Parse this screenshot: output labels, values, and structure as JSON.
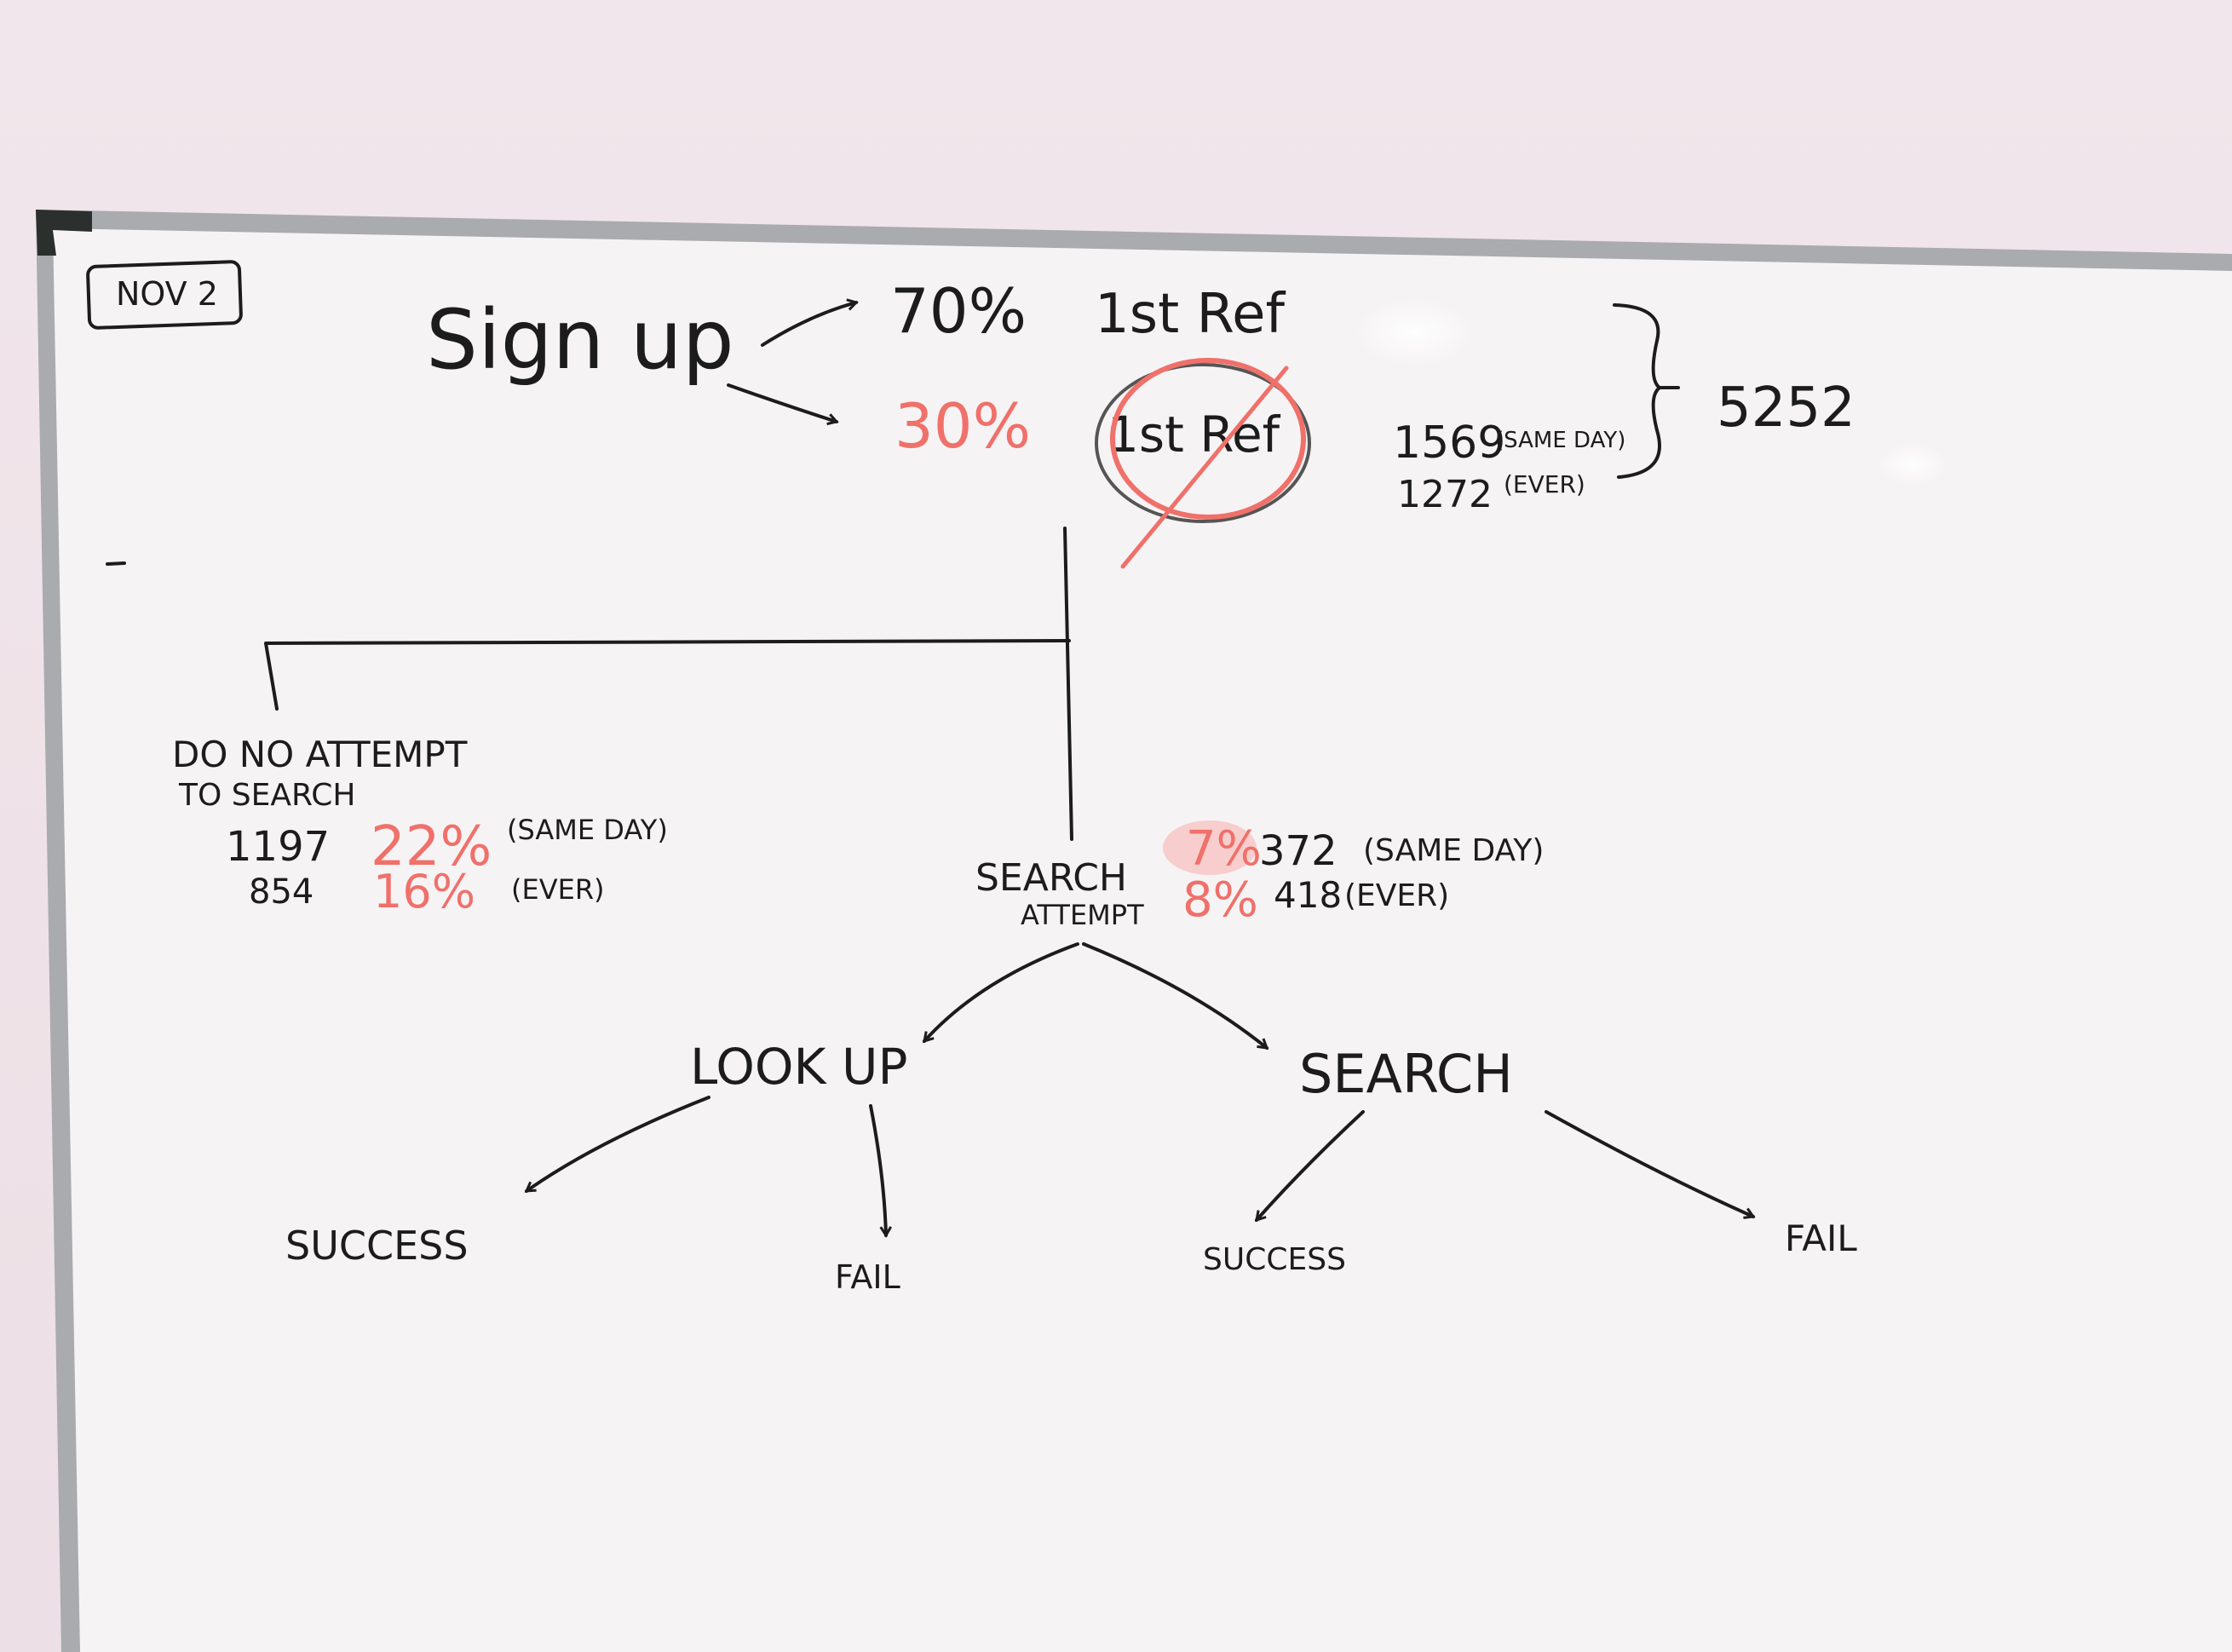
{
  "board": {
    "date_tag": "NOV 2",
    "signup": "Sign up",
    "pct_first_ref": "70%",
    "first_ref_label": "1st Ref",
    "pct_no_first_ref": "30%",
    "no_first_ref_label": "1st Ref",
    "count_same_day": "1569",
    "count_same_day_note": "(SAME DAY)",
    "count_ever": "1272",
    "count_ever_note": "(EVER)",
    "total": "5252",
    "no_search_title_line1": "DO NO ATTEMPT",
    "no_search_title_line2": "TO SEARCH",
    "no_search_same_day_count": "1197",
    "no_search_same_day_pct": "22%",
    "no_search_same_day_note": "(SAME DAY)",
    "no_search_ever_count": "854",
    "no_search_ever_pct": "16%",
    "no_search_ever_note": "(EVER)",
    "search_attempt_line1": "SEARCH",
    "search_attempt_line2": "ATTEMPT",
    "search_attempt_same_day_pct": "7%",
    "search_attempt_same_day_count": "372",
    "search_attempt_same_day_note": "(SAME DAY)",
    "search_attempt_ever_pct": "8%",
    "search_attempt_ever_count": "418",
    "search_attempt_ever_note": "(EVER)",
    "lookup": "LOOK UP",
    "search": "SEARCH",
    "lookup_success": "SUCCESS",
    "lookup_fail": "FAIL",
    "search_success": "SUCCESS",
    "search_fail": "FAIL"
  },
  "colors": {
    "wall": "#eee3e8",
    "board_surface": "#f6f3f5",
    "frame": "#a9abae",
    "black_marker": "#1c1c1c",
    "red_marker": "#f0706a"
  }
}
